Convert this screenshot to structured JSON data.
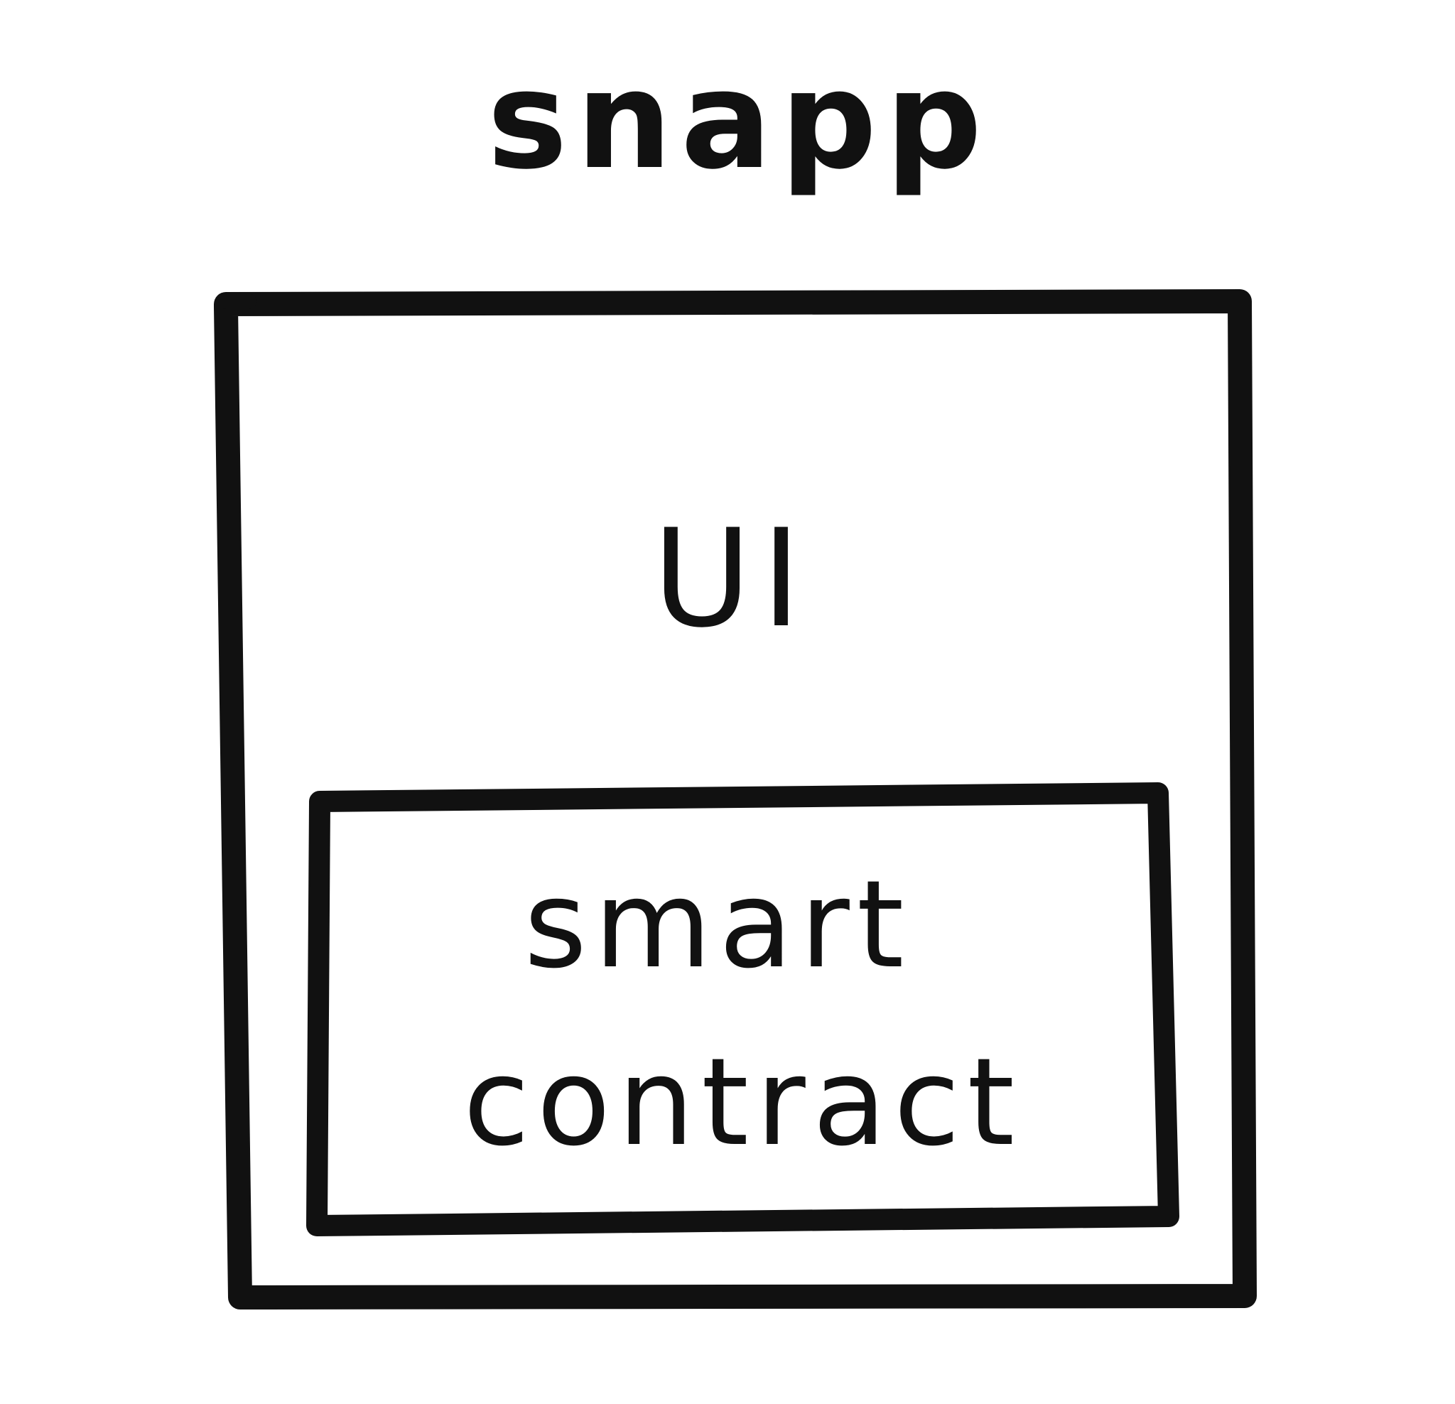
{
  "title": "snapp",
  "outer_box": {
    "label": "UI"
  },
  "inner_box": {
    "label_lines": [
      "smart",
      "contract"
    ]
  },
  "colors": {
    "ink": "#111111",
    "background": "#ffffff"
  }
}
